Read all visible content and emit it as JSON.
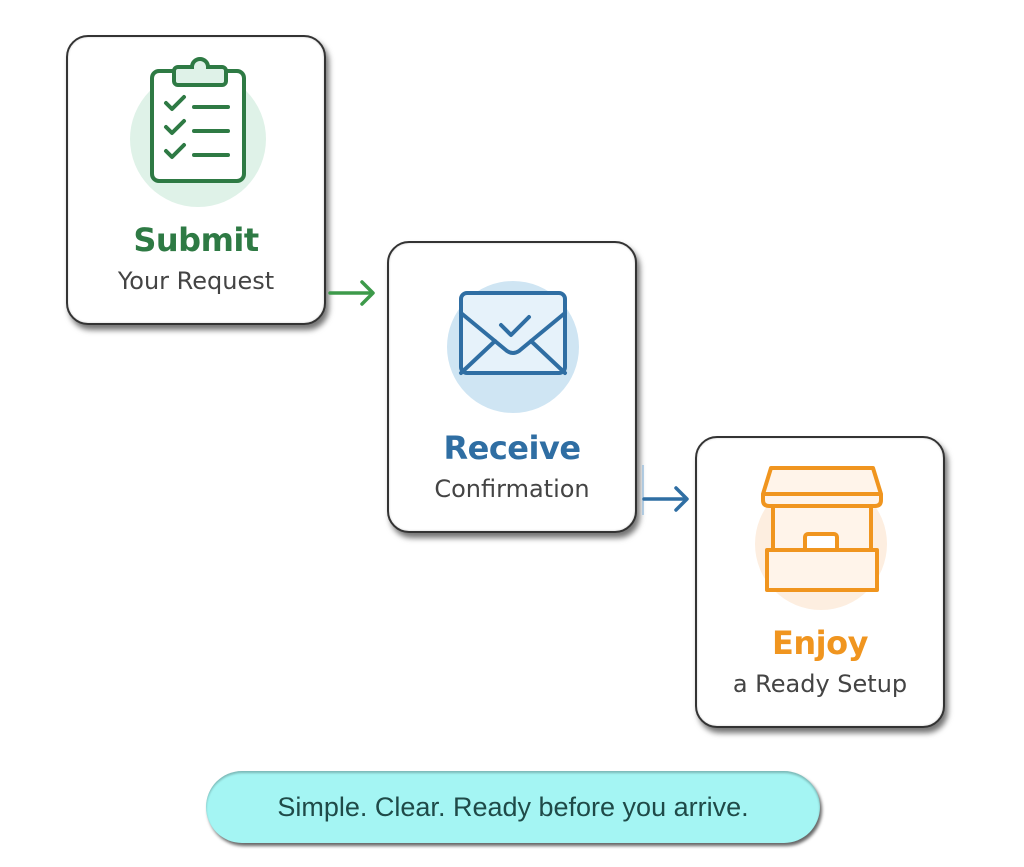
{
  "steps": [
    {
      "title": "Submit",
      "subtitle": "Your Request",
      "icon": "clipboard-checklist-icon",
      "color": "#2e7a44",
      "halo": "#dff2e8"
    },
    {
      "title": "Receive",
      "subtitle": "Confirmation",
      "icon": "envelope-check-icon",
      "color": "#2f6ea3",
      "halo": "#cfe5f3"
    },
    {
      "title": "Enjoy",
      "subtitle": "a Ready Setup",
      "icon": "storefront-box-icon",
      "color": "#f0951f",
      "halo": "#fdeee0"
    }
  ],
  "arrows": [
    {
      "from": "Submit",
      "to": "Receive",
      "color": "#3d9a4a"
    },
    {
      "from": "Receive",
      "to": "Enjoy",
      "color": "#2f6ea3"
    }
  ],
  "tagline": "Simple. Clear. Ready before you arrive.",
  "colors": {
    "tagline_bg": "#a4f5f3",
    "tagline_text": "#1f4a48"
  }
}
